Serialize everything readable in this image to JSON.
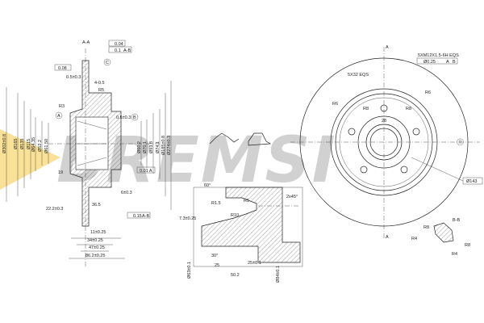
{
  "watermark": {
    "brand": "BREMSI",
    "registered": "®",
    "colors": {
      "grey": "#9a9a9a",
      "yellow": "#f4c430"
    }
  },
  "section_aa": {
    "title": "A-A",
    "tolerance_flatness": "0.04",
    "tolerance_runout": "0.1",
    "tolerance_runout_ref": "A-B",
    "parallelism": "0.08",
    "datum_c": "C",
    "datum_a": "A",
    "datum_b": "B",
    "dims_left": [
      "Ø302±0.8",
      "Ø165",
      "Ø135",
      "Ø115",
      "Ø64.35",
      "Ø52.2",
      "Ø61.50"
    ],
    "dims_right": [
      "Ø60.2",
      "Ø70.1",
      "Ø93.8",
      "Ø74.1",
      "Ø185±0.8",
      "Ø274±0.3"
    ],
    "dims_top": [
      "0.5±0.3",
      "4-0.5",
      "R5",
      "R3",
      "0.5±0.3"
    ],
    "dims_bottom": [
      "19",
      "6±0.3",
      "22.2±0.3",
      "36.5",
      "11±0.25",
      "34±0.25",
      "47±0.25",
      "86.2±0.25"
    ],
    "runout_bottom": "0.15",
    "runout_bottom_ref": "A-B",
    "position_tol": "0.01 A"
  },
  "front_view": {
    "holes_note": "5XM12X1.5-6H EQS",
    "position_tol": "Ø0.25",
    "ref_a": "A",
    "ref_b": "B",
    "slots_note": "5X32 EQS",
    "radii": [
      "R6",
      "R6",
      "R8",
      "R8"
    ],
    "width": "28",
    "diameter": "Ø143",
    "section_mark": "A"
  },
  "section_bb": {
    "title": "B-B",
    "radii": [
      "R8",
      "R4",
      "R4",
      "R8"
    ]
  },
  "detail": {
    "angle": "60°",
    "radii": [
      "R1.5",
      "R5",
      "R10"
    ],
    "chamfer": "2x45°",
    "depth": "7.3±0.25",
    "angle2": "30°",
    "dims_bottom": [
      "25",
      "50.2",
      "25±0.1"
    ],
    "diameters": [
      "Ø63±0.1",
      "Ø84±0.1"
    ]
  }
}
